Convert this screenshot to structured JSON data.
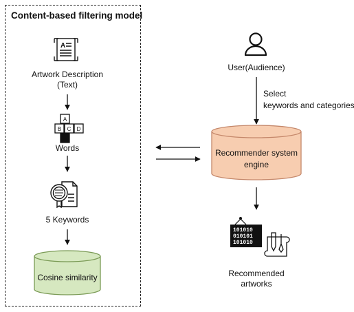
{
  "model_box": {
    "title": "Content-based filtering model"
  },
  "nodes": {
    "artwork_description": {
      "line1": "Artwork Description",
      "line2": "(Text)"
    },
    "words": "Words",
    "keywords": "5 Keywords",
    "cosine": "Cosine similarity",
    "user": "User(Audience)",
    "select": {
      "line1": "Select",
      "line2": "keywords and categories"
    },
    "engine": {
      "line1": "Recommender system",
      "line2": "engine"
    },
    "recommended": {
      "line1": "Recommended",
      "line2": "artworks"
    }
  },
  "icons": {
    "document": "document-icon",
    "abc_blocks": "abc-blocks-icon",
    "search_file": "search-file-icon",
    "user": "user-icon",
    "binary_board": "binary-board-icon",
    "art_tools": "art-tools-icon"
  },
  "icon_glyphs": {
    "binary": [
      "101010",
      "010101",
      "101010"
    ],
    "abc": [
      "A",
      "B",
      "C",
      "D"
    ]
  },
  "colors": {
    "cosine_fill": "#d6e8c0",
    "cosine_stroke": "#7a9a55",
    "engine_fill": "#f7cdb0",
    "engine_stroke": "#c4876a"
  }
}
